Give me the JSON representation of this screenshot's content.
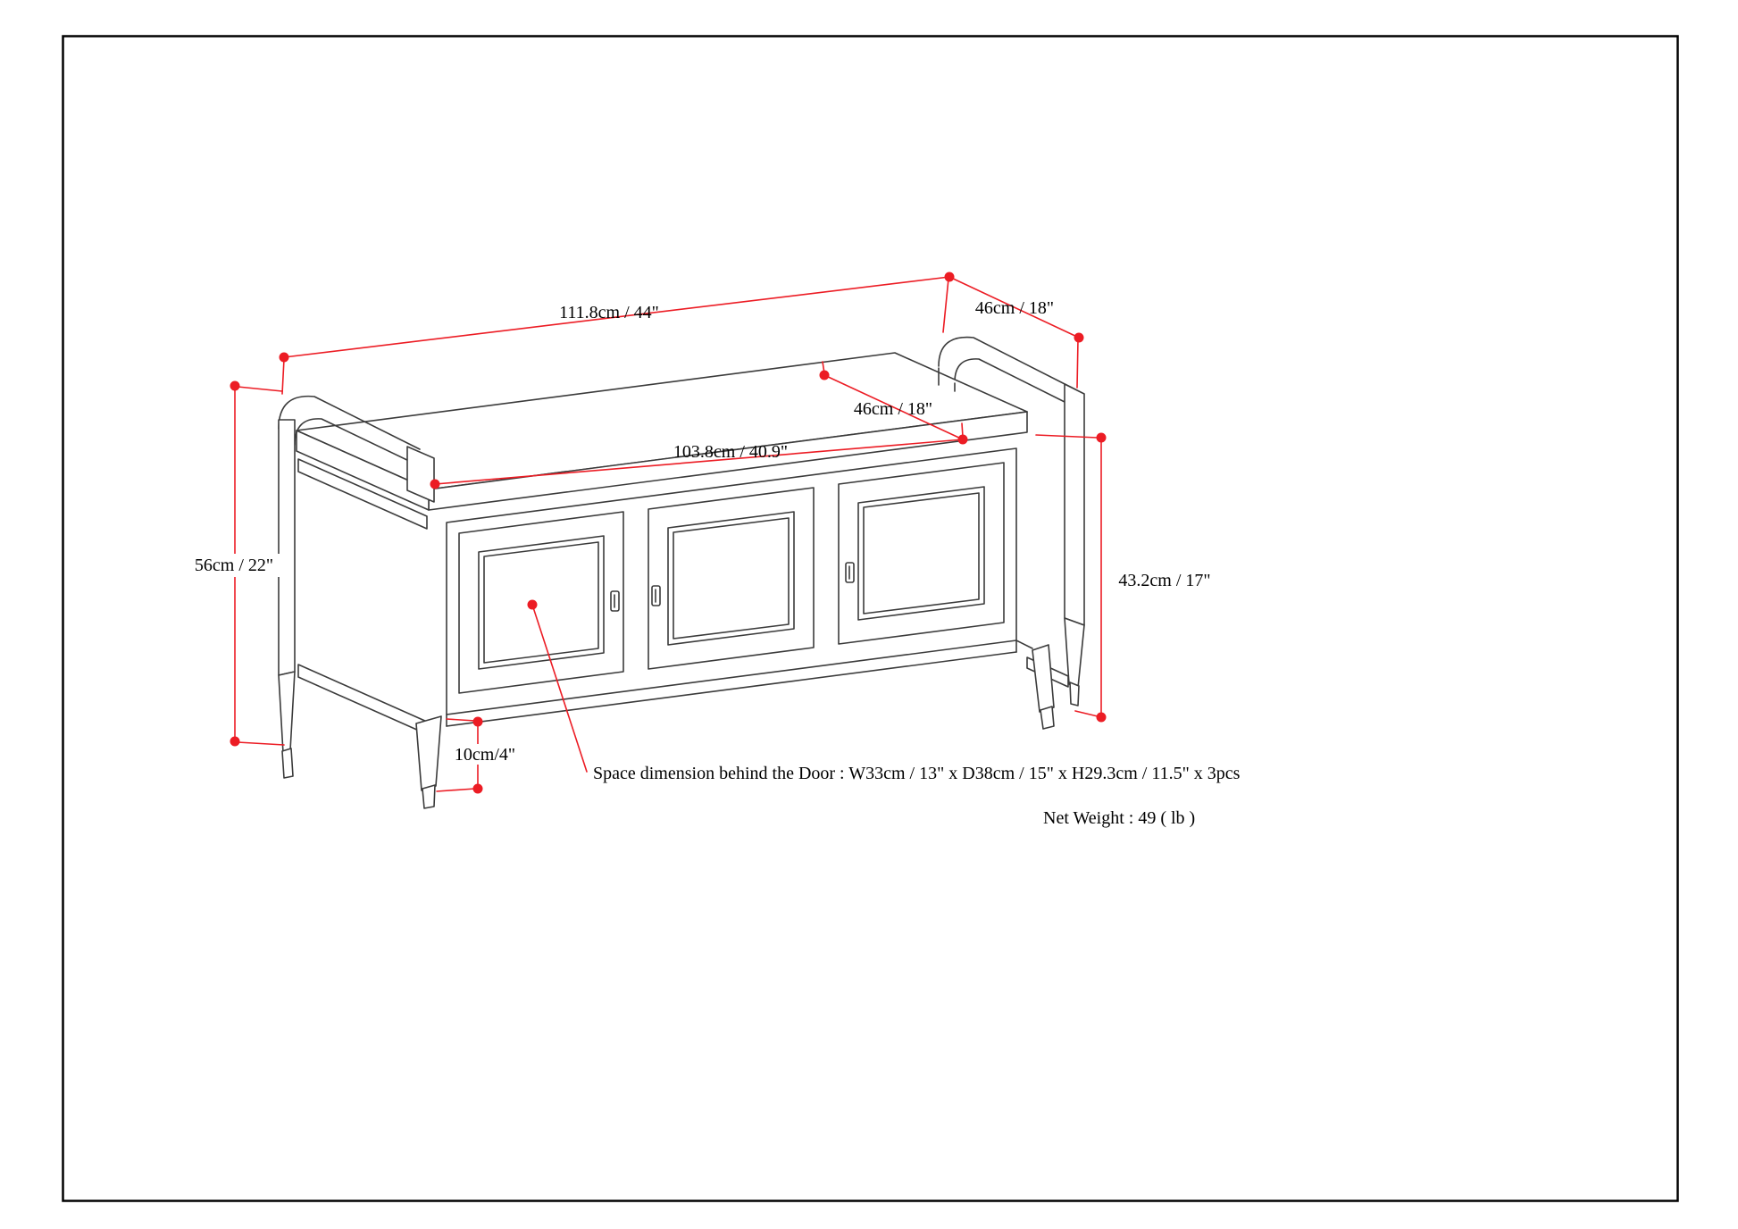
{
  "colors": {
    "dimension_red": "#ec1c24",
    "drawing_line": "#3b3b3b",
    "background": "#ffffff",
    "frame_border": "#000000"
  },
  "dimensions": {
    "top_width": "111.8cm / 44\"",
    "top_depth": "46cm / 18\"",
    "seat_depth": "46cm / 18\"",
    "seat_width": "103.8cm / 40.9\"",
    "overall_height": "56cm / 22\"",
    "cabinet_height": "43.2cm / 17\"",
    "leg_height": "10cm/4\""
  },
  "notes": {
    "door_space": "Space dimension behind the Door  : W33cm / 13\" x D38cm / 15\" x H29.3cm / 11.5\" x 3pcs",
    "net_weight": "Net Weight : 49 ( lb )"
  }
}
